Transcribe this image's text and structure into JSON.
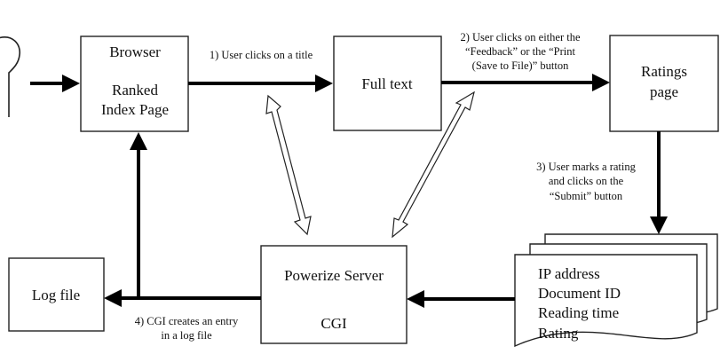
{
  "nodes": {
    "browser": {
      "lines": [
        "Browser",
        "Ranked",
        "Index Page"
      ]
    },
    "full_text": {
      "lines": [
        "Full text"
      ]
    },
    "ratings_page": {
      "lines": [
        "Ratings",
        "page"
      ]
    },
    "log_file": {
      "lines": [
        "Log file"
      ]
    },
    "powerize_server": {
      "lines": [
        "Powerize Server",
        "CGI"
      ]
    },
    "record": {
      "lines": [
        "IP address",
        "Document ID",
        "Reading time",
        "Rating"
      ]
    }
  },
  "edge_labels": {
    "step1": [
      "1) User clicks on a title"
    ],
    "step2": [
      "2) User clicks on either the",
      "“Feedback” or the “Print",
      "(Save to File)”  button"
    ],
    "step3": [
      "3) User marks a rating",
      "and clicks on the",
      "“Submit” button"
    ],
    "step4": [
      "4) CGI creates an entry",
      "in a log file"
    ]
  }
}
